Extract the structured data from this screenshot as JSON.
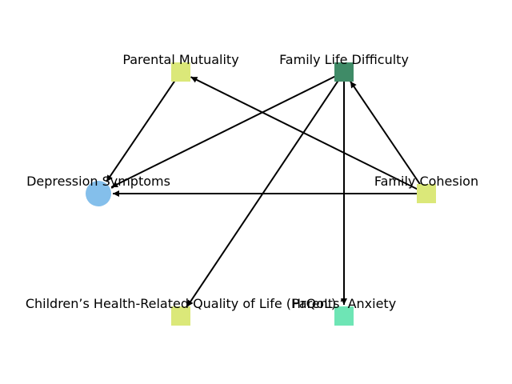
{
  "diagram": {
    "nodes": [
      {
        "id": "parental_mutuality",
        "label": "Parental Mutuality",
        "shape": "square",
        "color": "#dbe879"
      },
      {
        "id": "family_life_difficulty",
        "label": "Family Life Difficulty",
        "shape": "square",
        "color": "#3f8b67"
      },
      {
        "id": "depression_symptoms",
        "label": "Depression Symptoms",
        "shape": "circle",
        "color": "#84bfeb"
      },
      {
        "id": "family_cohesion",
        "label": "Family Cohesion",
        "shape": "square",
        "color": "#dbe879"
      },
      {
        "id": "children_hrqol",
        "label": "Children’s Health-Related Quality of Life (HrQoL)",
        "shape": "square",
        "color": "#dbe879"
      },
      {
        "id": "parents_anxiety",
        "label": "Parents’ Anxiety",
        "shape": "square",
        "color": "#6ee5b5"
      }
    ],
    "edges": [
      {
        "from": "family_cohesion",
        "to": "parental_mutuality"
      },
      {
        "from": "family_cohesion",
        "to": "family_life_difficulty"
      },
      {
        "from": "family_cohesion",
        "to": "depression_symptoms"
      },
      {
        "from": "parental_mutuality",
        "to": "depression_symptoms"
      },
      {
        "from": "family_life_difficulty",
        "to": "depression_symptoms"
      },
      {
        "from": "family_life_difficulty",
        "to": "children_hrqol"
      },
      {
        "from": "family_life_difficulty",
        "to": "parents_anxiety"
      }
    ]
  }
}
